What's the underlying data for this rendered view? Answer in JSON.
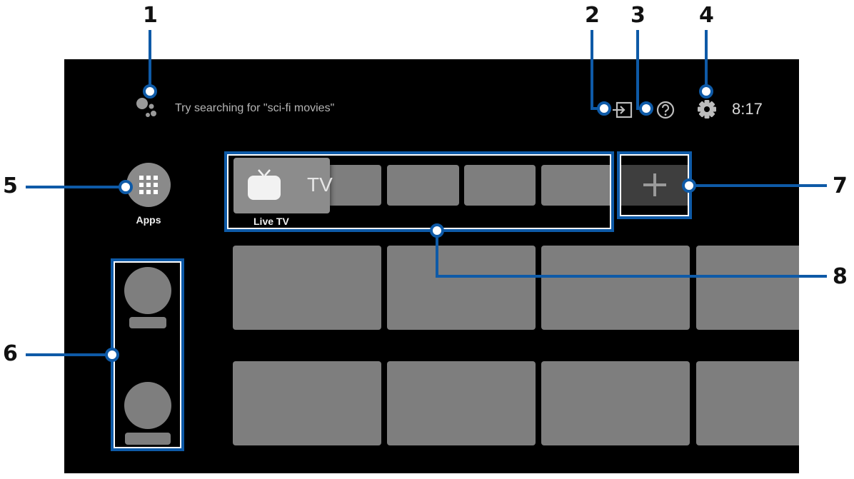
{
  "search": {
    "hint": "Try searching for \"sci-fi movies\"",
    "assistant_icon": "google-assistant-icon"
  },
  "topbar": {
    "input_icon": "input-source-icon",
    "help_icon": "help-icon",
    "settings_icon": "gear-icon",
    "clock": "8:17"
  },
  "apps": {
    "icon": "grid-icon",
    "label": "Apps"
  },
  "favorites": {
    "live_tv_label": "Live TV",
    "live_tv_tile_text": "TV",
    "add_icon": "plus-icon"
  },
  "callouts": {
    "n1": "1",
    "n2": "2",
    "n3": "3",
    "n4": "4",
    "n5": "5",
    "n6": "6",
    "n7": "7",
    "n8": "8"
  },
  "colors": {
    "callout": "#0e5aa7",
    "screen": "#000000",
    "tile": "#7e7e7e"
  }
}
